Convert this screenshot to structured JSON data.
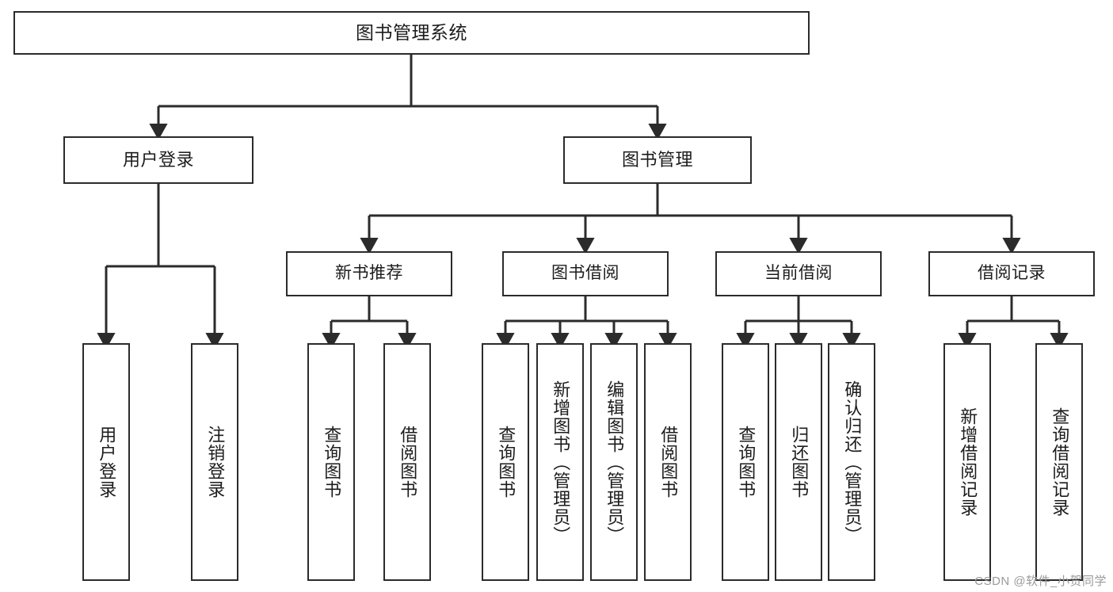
{
  "diagram": {
    "title": "图书管理系统",
    "type": "tree-hierarchy-chart",
    "colors": {
      "box_border": "#2b2b2b",
      "box_fill": "#ffffff",
      "edge": "#2b2b2b",
      "text": "#1c1c1c",
      "watermark": "#9a9a9a"
    },
    "nodes": {
      "root": {
        "label": "图书管理系统"
      },
      "level2": [
        {
          "id": "user-login",
          "label": "用户登录"
        },
        {
          "id": "book-management",
          "label": "图书管理"
        }
      ],
      "level3": [
        {
          "id": "new-book-recommend",
          "label": "新书推荐"
        },
        {
          "id": "book-borrow",
          "label": "图书借阅"
        },
        {
          "id": "current-borrow",
          "label": "当前借阅"
        },
        {
          "id": "borrow-record",
          "label": "借阅记录"
        }
      ],
      "leaves": {
        "user-login": [
          {
            "id": "leaf-user-login",
            "label": "用户登录"
          },
          {
            "id": "leaf-user-logout",
            "label": "注销登录"
          }
        ],
        "new-book-recommend": [
          {
            "id": "leaf-query-book-1",
            "label": "查询图书"
          },
          {
            "id": "leaf-borrow-book-1",
            "label": "借阅图书"
          }
        ],
        "book-borrow": [
          {
            "id": "leaf-query-book-2",
            "label": "查询图书"
          },
          {
            "id": "leaf-add-book",
            "label": "新增图书（管理员）"
          },
          {
            "id": "leaf-edit-book",
            "label": "编辑图书（管理员）"
          },
          {
            "id": "leaf-borrow-book-2",
            "label": "借阅图书"
          }
        ],
        "current-borrow": [
          {
            "id": "leaf-query-book-3",
            "label": "查询图书"
          },
          {
            "id": "leaf-return-book",
            "label": "归还图书"
          },
          {
            "id": "leaf-confirm-return",
            "label": "确认归还（管理员）"
          }
        ],
        "borrow-record": [
          {
            "id": "leaf-add-record",
            "label": "新增借阅记录"
          },
          {
            "id": "leaf-query-record",
            "label": "查询借阅记录"
          }
        ]
      }
    },
    "watermark": "CSDN @软件_小贺同学"
  }
}
